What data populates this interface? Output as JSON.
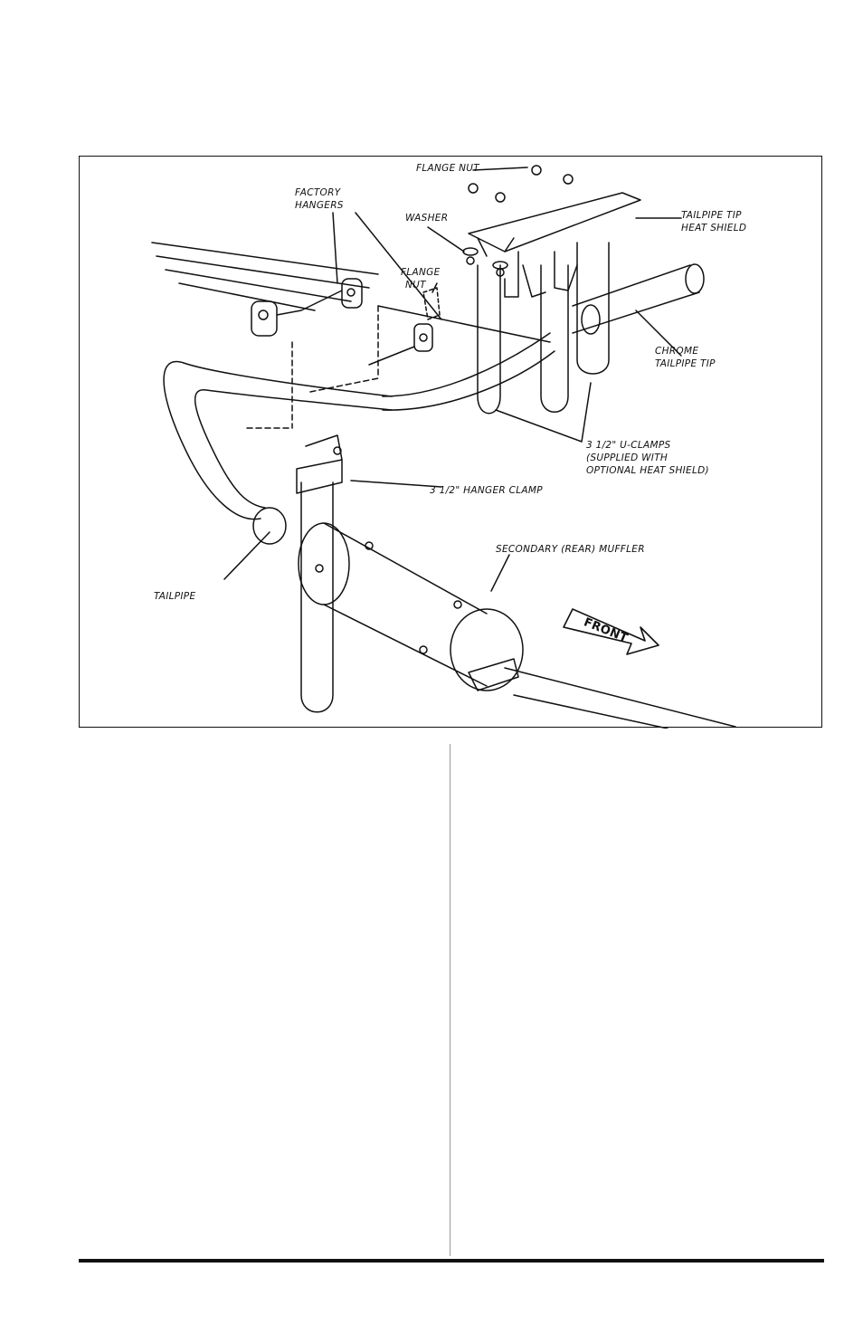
{
  "figure": {
    "labels": {
      "flange_nut_top": "FLANGE NUT",
      "factory_hangers_1": "FACTORY",
      "factory_hangers_2": "HANGERS",
      "washer": "WASHER",
      "flange_nut_mid_1": "FLANGE",
      "flange_nut_mid_2": "NUT",
      "heat_shield_1": "TAILPIPE TIP",
      "heat_shield_2": "HEAT SHIELD",
      "chrome_tip_1": "CHROME",
      "chrome_tip_2": "TAILPIPE TIP",
      "u_clamps_1": "3 1/2\" U-CLAMPS",
      "u_clamps_2": "(SUPPLIED WITH",
      "u_clamps_3": "OPTIONAL HEAT SHIELD)",
      "hanger_clamp": "3 1/2\" HANGER CLAMP",
      "secondary_muffler": "SECONDARY (REAR) MUFFLER",
      "tailpipe": "TAILPIPE",
      "front_arrow": "FRONT"
    }
  }
}
